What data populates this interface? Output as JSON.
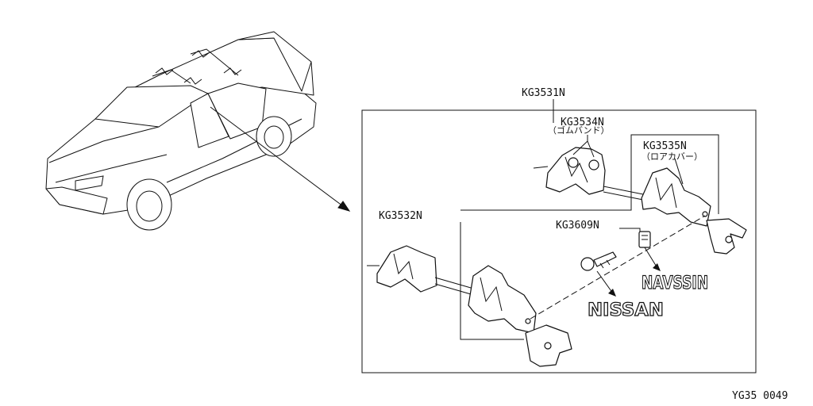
{
  "labels": {
    "kg3531n": "KG3531N",
    "kg3534n": "KG3534N",
    "kg3534n_sub": "（ゴムバンド）",
    "kg3535n": "KG3535N",
    "kg3535n_sub": "（ロアカバー）",
    "kg3532n": "KG3532N",
    "kg3609n": "KG3609N"
  },
  "stamps": {
    "nissan": "NISSAN",
    "nissan_mirror": "NAVSSIN"
  },
  "code": "YG35 0049"
}
